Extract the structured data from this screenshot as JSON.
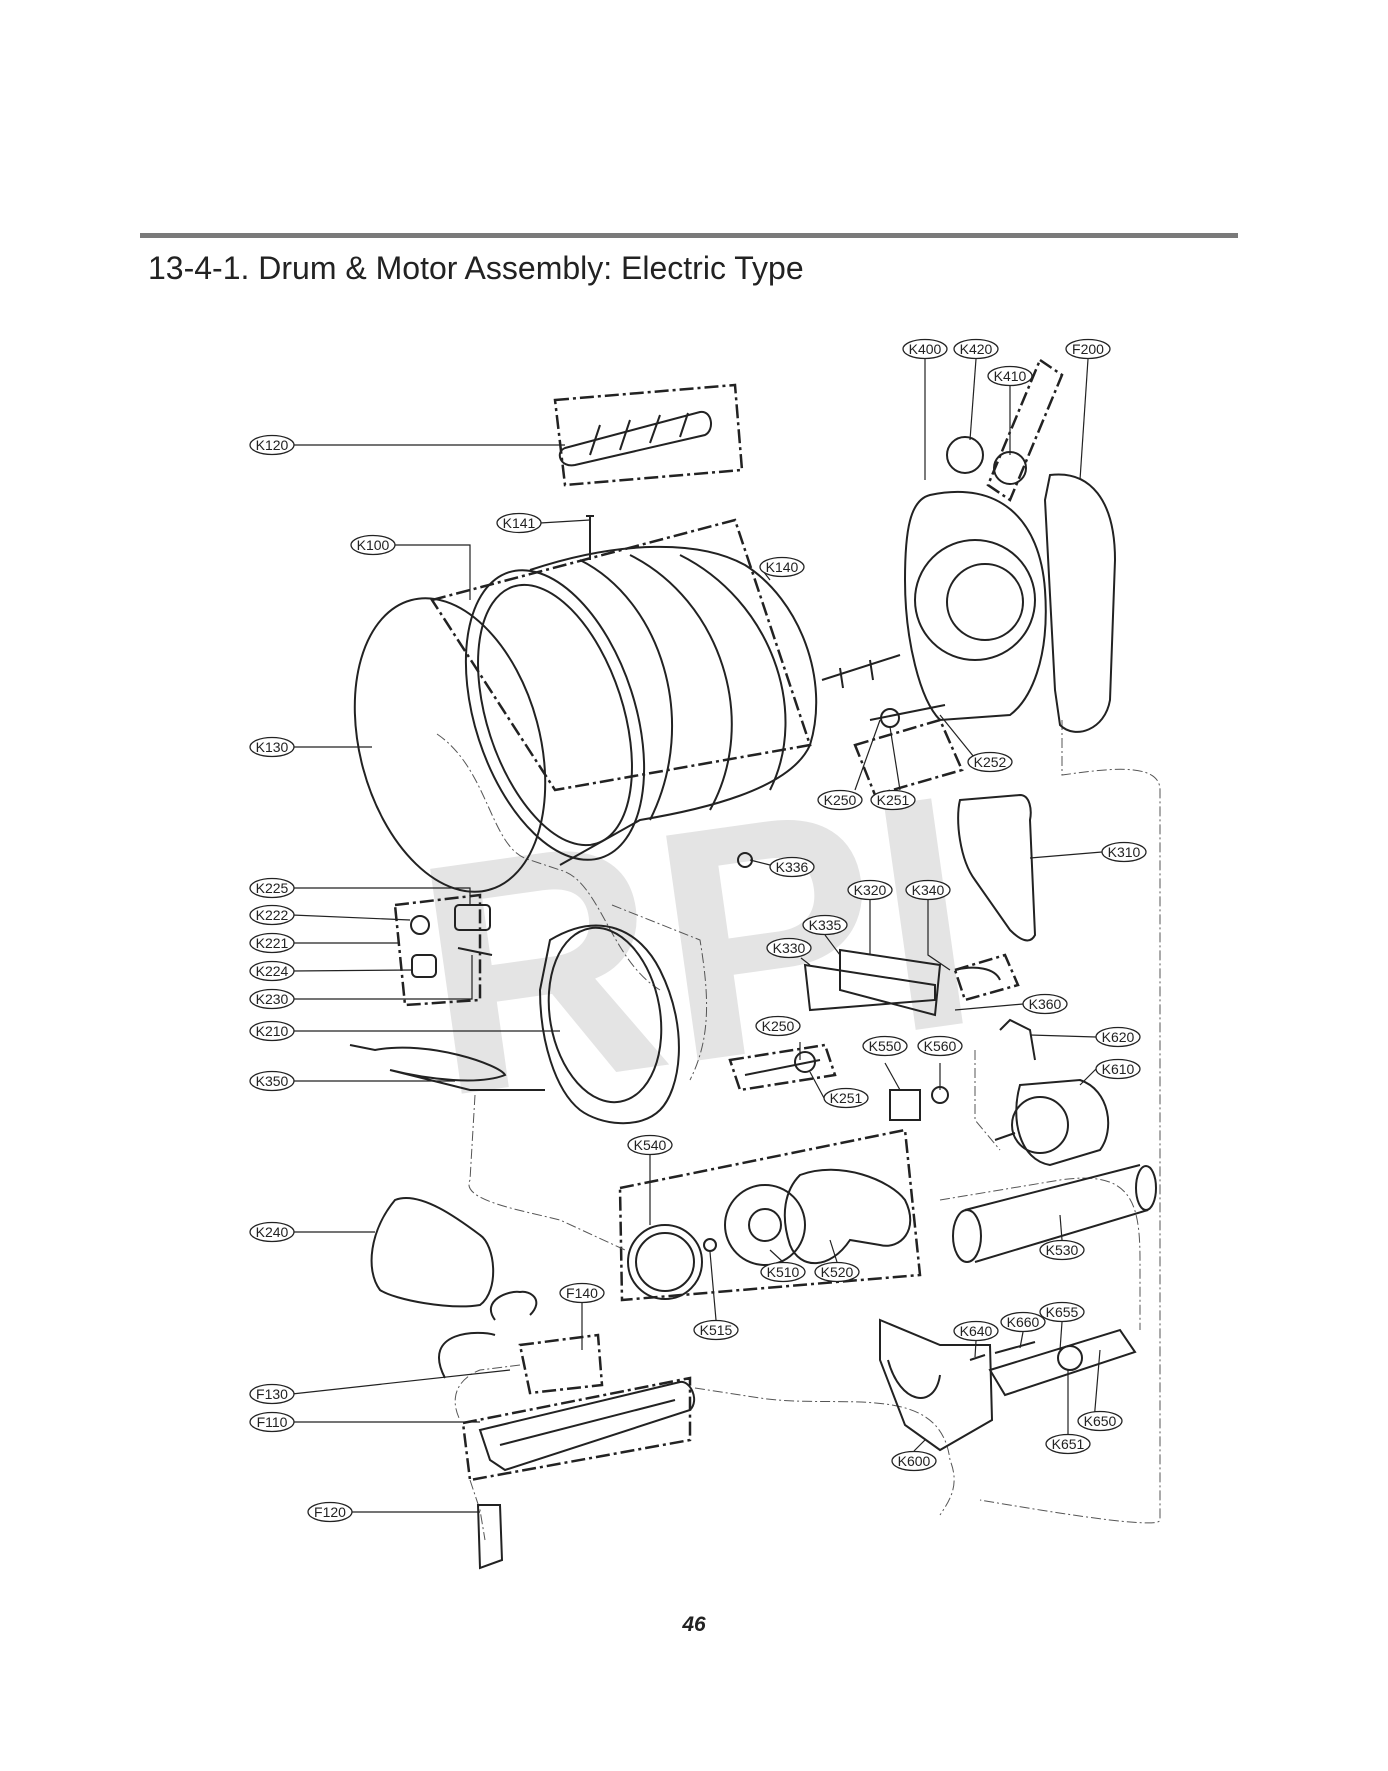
{
  "document": {
    "section_title": "13-4-1. Drum & Motor Assembly: Electric Type",
    "page_number": "46",
    "watermark": "RPI"
  },
  "callouts": [
    {
      "id": "K120",
      "label": "K120"
    },
    {
      "id": "K141",
      "label": "K141"
    },
    {
      "id": "K100",
      "label": "K100"
    },
    {
      "id": "K140",
      "label": "K140"
    },
    {
      "id": "K130",
      "label": "K130"
    },
    {
      "id": "K400",
      "label": "K400"
    },
    {
      "id": "K420",
      "label": "K420"
    },
    {
      "id": "K410",
      "label": "K410"
    },
    {
      "id": "F200",
      "label": "F200"
    },
    {
      "id": "K252",
      "label": "K252"
    },
    {
      "id": "K250a",
      "label": "K250"
    },
    {
      "id": "K251a",
      "label": "K251"
    },
    {
      "id": "K310",
      "label": "K310"
    },
    {
      "id": "K336",
      "label": "K336"
    },
    {
      "id": "K320",
      "label": "K320"
    },
    {
      "id": "K340",
      "label": "K340"
    },
    {
      "id": "K335",
      "label": "K335"
    },
    {
      "id": "K330",
      "label": "K330"
    },
    {
      "id": "K360",
      "label": "K360"
    },
    {
      "id": "K225",
      "label": "K225"
    },
    {
      "id": "K222",
      "label": "K222"
    },
    {
      "id": "K221",
      "label": "K221"
    },
    {
      "id": "K224",
      "label": "K224"
    },
    {
      "id": "K230",
      "label": "K230"
    },
    {
      "id": "K210",
      "label": "K210"
    },
    {
      "id": "K350",
      "label": "K350"
    },
    {
      "id": "K250b",
      "label": "K250"
    },
    {
      "id": "K251b",
      "label": "K251"
    },
    {
      "id": "K550",
      "label": "K550"
    },
    {
      "id": "K560",
      "label": "K560"
    },
    {
      "id": "K620",
      "label": "K620"
    },
    {
      "id": "K610",
      "label": "K610"
    },
    {
      "id": "K540",
      "label": "K540"
    },
    {
      "id": "K240",
      "label": "K240"
    },
    {
      "id": "K510",
      "label": "K510"
    },
    {
      "id": "K520",
      "label": "K520"
    },
    {
      "id": "K515",
      "label": "K515"
    },
    {
      "id": "K530",
      "label": "K530"
    },
    {
      "id": "F140",
      "label": "F140"
    },
    {
      "id": "K640",
      "label": "K640"
    },
    {
      "id": "K660",
      "label": "K660"
    },
    {
      "id": "K655",
      "label": "K655"
    },
    {
      "id": "F130",
      "label": "F130"
    },
    {
      "id": "F110",
      "label": "F110"
    },
    {
      "id": "K650",
      "label": "K650"
    },
    {
      "id": "K651",
      "label": "K651"
    },
    {
      "id": "K600",
      "label": "K600"
    },
    {
      "id": "F120",
      "label": "F120"
    }
  ]
}
